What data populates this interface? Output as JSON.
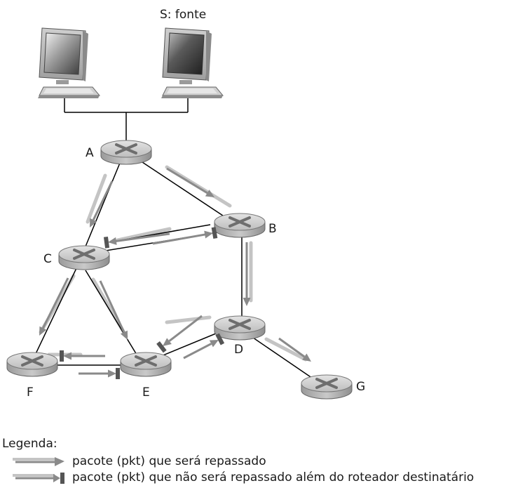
{
  "source_label": "S: fonte",
  "nodes": {
    "A": "A",
    "B": "B",
    "C": "C",
    "D": "D",
    "E": "E",
    "F": "F",
    "G": "G"
  },
  "legend": {
    "title": "Legenda:",
    "forwarded": "pacote (pkt) que será repassado",
    "not_forwarded": "pacote (pkt) que não será repassado além do roteador destinatário"
  },
  "colors": {
    "link": "#000000",
    "trace": "#c0c0c0",
    "arrow": "#8a8a8a",
    "router_top": "#d4d4d4",
    "router_side": "#a7a7a7"
  }
}
